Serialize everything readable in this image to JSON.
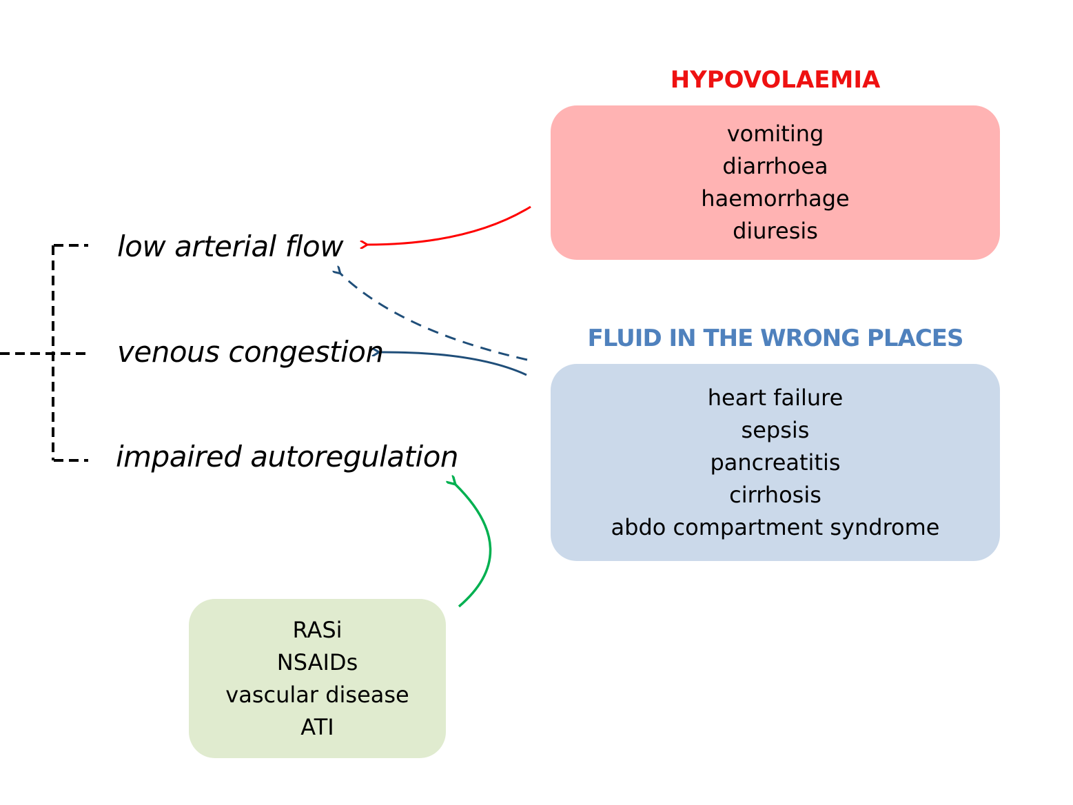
{
  "diagram": {
    "type": "cause-effect diagram",
    "outcomes": [
      {
        "id": "low-arterial-flow",
        "label": "low arterial flow"
      },
      {
        "id": "venous-congestion",
        "label": "venous congestion"
      },
      {
        "id": "impaired-autoregulation",
        "label": "impaired autoregulation"
      }
    ],
    "groups": {
      "hypovolaemia": {
        "heading": "HYPOVOLAEMIA",
        "heading_color": "#ee1111",
        "box_color": "#ffb3b3",
        "items": [
          "vomiting",
          "diarrhoea",
          "haemorrhage",
          "diuresis"
        ]
      },
      "fluid_wrong_places": {
        "heading": "FLUID IN THE WRONG PLACES",
        "heading_color": "#4f81bd",
        "box_color": "#cbd9ea",
        "items": [
          "heart failure",
          "sepsis",
          "pancreatitis",
          "cirrhosis",
          "abdo compartment syndrome"
        ]
      },
      "autoregulation_causes": {
        "heading": "",
        "box_color": "#e0ebcf",
        "items": [
          "RASi",
          "NSAIDs",
          "vascular disease",
          "ATI"
        ]
      }
    },
    "arrows": [
      {
        "from": "hypovolaemia",
        "to": "low-arterial-flow",
        "style": "solid",
        "color": "#ff0000"
      },
      {
        "from": "fluid_wrong_places",
        "to": "low-arterial-flow",
        "style": "dashed",
        "color": "#1f4e79"
      },
      {
        "from": "fluid_wrong_places",
        "to": "venous-congestion",
        "style": "solid",
        "color": "#1f4e79"
      },
      {
        "from": "autoregulation_causes",
        "to": "impaired-autoregulation",
        "style": "solid",
        "color": "#00b050"
      }
    ],
    "bracket": {
      "style": "dashed",
      "color": "#000000",
      "joins": [
        "low-arterial-flow",
        "venous-congestion",
        "impaired-autoregulation"
      ]
    }
  }
}
